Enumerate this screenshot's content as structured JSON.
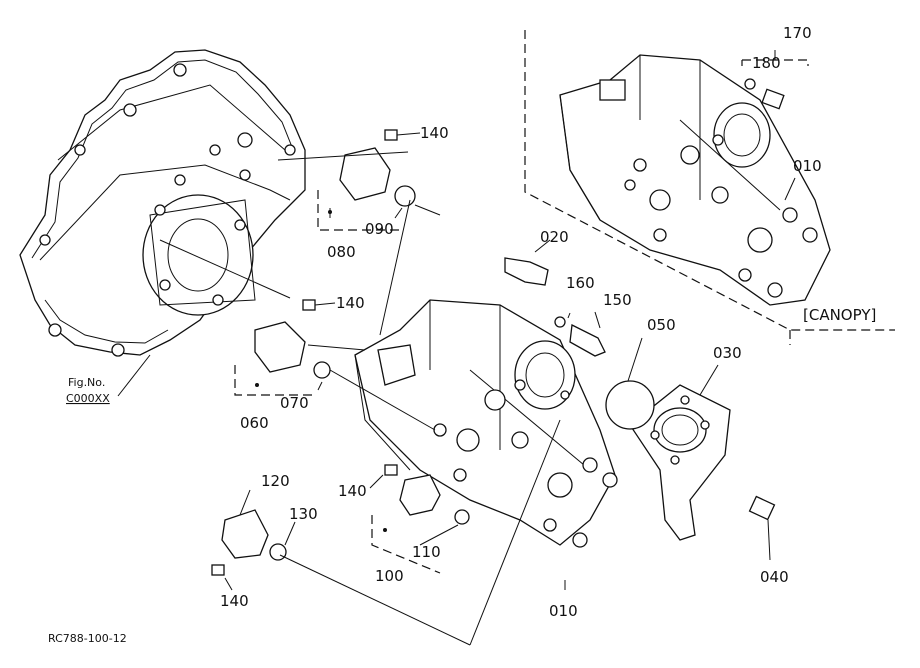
{
  "diagram": {
    "reference_code": "RC788-100-12",
    "fig_ref": {
      "line1": "Fig.No.",
      "line2": "C000XX"
    },
    "canopy_label": "[CANOPY]",
    "callouts": [
      {
        "id": "170",
        "text": "170"
      },
      {
        "id": "180",
        "text": "180"
      },
      {
        "id": "010-top",
        "text": "010"
      },
      {
        "id": "140-a",
        "text": "140"
      },
      {
        "id": "090",
        "text": "090"
      },
      {
        "id": "080",
        "text": "080"
      },
      {
        "id": "020",
        "text": "020"
      },
      {
        "id": "160",
        "text": "160"
      },
      {
        "id": "150",
        "text": "150"
      },
      {
        "id": "050",
        "text": "050"
      },
      {
        "id": "030",
        "text": "030"
      },
      {
        "id": "140-b",
        "text": "140"
      },
      {
        "id": "070",
        "text": "070"
      },
      {
        "id": "060",
        "text": "060"
      },
      {
        "id": "120",
        "text": "120"
      },
      {
        "id": "130",
        "text": "130"
      },
      {
        "id": "140-c",
        "text": "140"
      },
      {
        "id": "110",
        "text": "110"
      },
      {
        "id": "100",
        "text": "100"
      },
      {
        "id": "140-d",
        "text": "140"
      },
      {
        "id": "010-bottom",
        "text": "010"
      },
      {
        "id": "040",
        "text": "040"
      }
    ]
  }
}
